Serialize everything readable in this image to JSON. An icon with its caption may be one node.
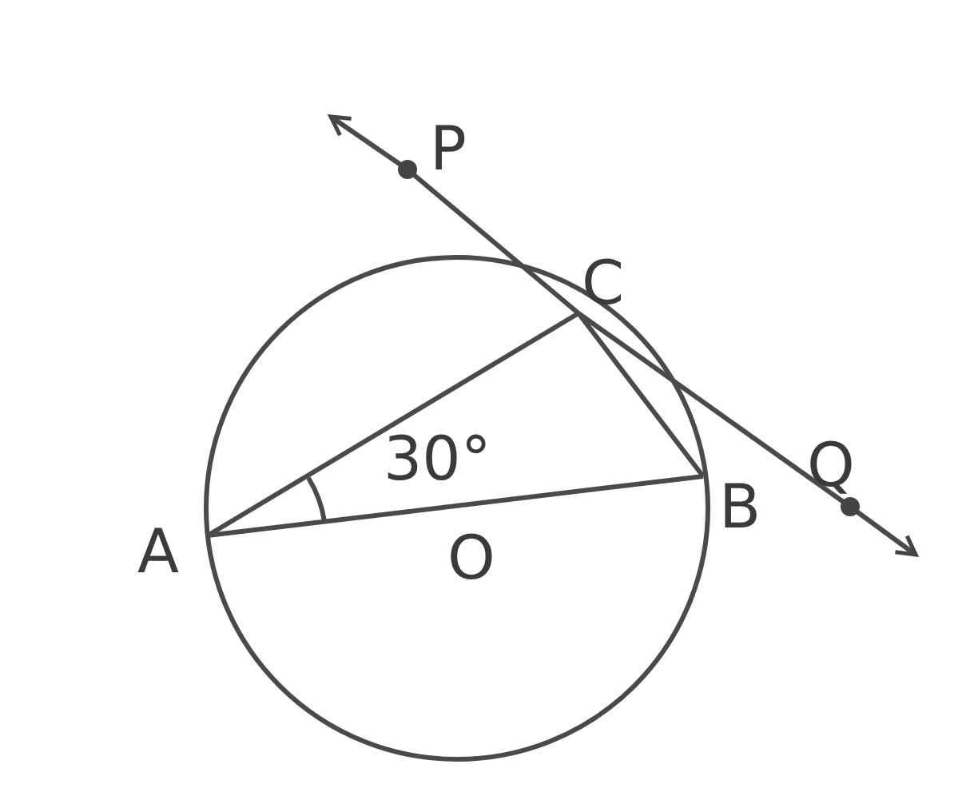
{
  "diagram": {
    "nodes": [
      {
        "text": [
          "P"
        ]
      },
      {
        "text": [
          "C"
        ]
      },
      {
        "text": [
          "Q"
        ]
      },
      {
        "text": [
          "A"
        ]
      },
      {
        "text": [
          "B"
        ]
      }
    ],
    "edges": [
      {
        "from": 3,
        "to": 1,
        "arrow": "none"
      },
      {
        "from": 3,
        "to": 4,
        "arrow": "none"
      },
      {
        "from": 1,
        "to": 4,
        "arrow": "none"
      },
      {
        "from": 0,
        "to": 1,
        "arrow": "none"
      },
      {
        "from": 1,
        "to": 2,
        "arrow": "none"
      },
      {
        "from": 0,
        "to": null,
        "arrow": "to"
      },
      {
        "from": 2,
        "to": null,
        "arrow": "to"
      }
    ],
    "labels": [
      "30°",
      "O"
    ]
  }
}
